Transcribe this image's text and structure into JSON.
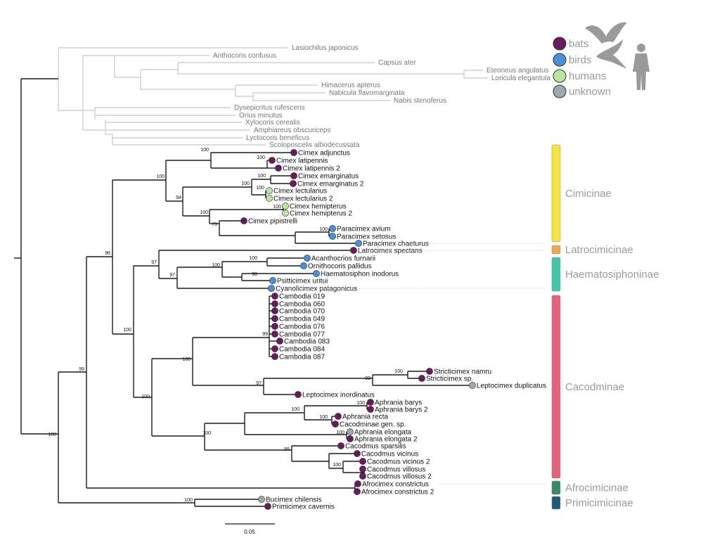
{
  "legend": {
    "colors": {
      "bats": "#6b1a5e",
      "birds": "#4a90d9",
      "humans": "#b8e6a0",
      "unknown": "#a0a8a8"
    },
    "items": [
      {
        "host": "bats",
        "label": "bats"
      },
      {
        "host": "birds",
        "label": "birds"
      },
      {
        "host": "humans",
        "label": "humans"
      },
      {
        "host": "unknown",
        "label": "unknown"
      }
    ],
    "icons": [
      "bat-silhouette-icon",
      "bird-silhouette-icon",
      "human-silhouette-icon"
    ]
  },
  "subfamilies": [
    {
      "label": "Cimicinae",
      "color": "#f5e53b"
    },
    {
      "label": "Latrocimicinae",
      "color": "#f0a850"
    },
    {
      "label": "Haematosiphoninae",
      "color": "#40c8a8"
    },
    {
      "label": "Cacodminae",
      "color": "#e8607a"
    },
    {
      "label": "Afrocimicinae",
      "color": "#3a8a6a"
    },
    {
      "label": "Primicimicinae",
      "color": "#1e5a7a"
    }
  ],
  "scale_bar": {
    "label": "0.05"
  },
  "outgroup": [
    {
      "name": "Lasiochilus japonicus"
    },
    {
      "name": "Anthocoris confusus"
    },
    {
      "name": "Capsus ater"
    },
    {
      "name": "Eteoneus angulatus"
    },
    {
      "name": "Loricula elegantula"
    },
    {
      "name": "Himacerus apterus"
    },
    {
      "name": "Nabicula flavomarginata"
    },
    {
      "name": "Nabis stenoferus"
    },
    {
      "name": "Dysepicritus rufescens"
    },
    {
      "name": "Orius minutus"
    },
    {
      "name": "Xylocoris cerealis"
    },
    {
      "name": "Amphiareus obscuriceps"
    },
    {
      "name": "Lyctocoris beneficus"
    },
    {
      "name": "Scoloposcelis albodecussata"
    }
  ],
  "taxa": [
    {
      "name": "Cimex adjunctus",
      "host": "bats"
    },
    {
      "name": "Cimex latipennis",
      "host": "bats"
    },
    {
      "name": "Cimex latipennis 2",
      "host": "bats"
    },
    {
      "name": "Cimex emarginatus",
      "host": "bats"
    },
    {
      "name": "Cimex emarginatus 2",
      "host": "bats"
    },
    {
      "name": "Cimex lectularius",
      "host": "humans"
    },
    {
      "name": "Cimex lectularius 2",
      "host": "humans"
    },
    {
      "name": "Cimex hemipterus",
      "host": "humans"
    },
    {
      "name": "Cimex hemipterus 2",
      "host": "humans"
    },
    {
      "name": "Cimex pipistrelli",
      "host": "bats"
    },
    {
      "name": "Paracimex avium",
      "host": "birds"
    },
    {
      "name": "Paracimex setosus",
      "host": "birds"
    },
    {
      "name": "Paracimex chaeturus",
      "host": "birds"
    },
    {
      "name": "Latrocimex spectans",
      "host": "bats"
    },
    {
      "name": "Acanthocrios furnarii",
      "host": "birds"
    },
    {
      "name": "Ornithocoris pallidus",
      "host": "birds"
    },
    {
      "name": "Haematosiphon inodorus",
      "host": "birds"
    },
    {
      "name": "Psitticimex uritui",
      "host": "birds"
    },
    {
      "name": "Cyanolicimex patagonicus",
      "host": "birds"
    },
    {
      "name": "Cambodia 019",
      "host": "bats"
    },
    {
      "name": "Cambodia 060",
      "host": "bats"
    },
    {
      "name": "Cambodia 070",
      "host": "bats"
    },
    {
      "name": "Cambodia 049",
      "host": "bats"
    },
    {
      "name": "Cambodia 076",
      "host": "bats"
    },
    {
      "name": "Cambodia 077",
      "host": "bats"
    },
    {
      "name": "Cambodia 083",
      "host": "bats"
    },
    {
      "name": "Cambodia 084",
      "host": "bats"
    },
    {
      "name": "Cambodia 087",
      "host": "bats"
    },
    {
      "name": "Stricticimex namru",
      "host": "bats"
    },
    {
      "name": "Stricticimex sp.",
      "host": "bats"
    },
    {
      "name": "Leptocimex duplicatus",
      "host": "unknown"
    },
    {
      "name": "Leptocimex inordinatus",
      "host": "bats"
    },
    {
      "name": "Aphrania barys",
      "host": "bats"
    },
    {
      "name": "Aphrania barys 2",
      "host": "bats"
    },
    {
      "name": "Aphrania recta",
      "host": "bats"
    },
    {
      "name": "Cacodminae gen. sp.",
      "host": "bats"
    },
    {
      "name": "Aphrania elongata",
      "host": "unknown"
    },
    {
      "name": "Aphrania elongata 2",
      "host": "bats"
    },
    {
      "name": "Cacodmus sparsilis",
      "host": "bats"
    },
    {
      "name": "Cacodmus vicinus",
      "host": "bats"
    },
    {
      "name": "Cacodmus vicinus 2",
      "host": "bats"
    },
    {
      "name": "Cacodmus villosus",
      "host": "bats"
    },
    {
      "name": "Cacodmus villosus 2",
      "host": "bats"
    },
    {
      "name": "Afrocimex constrictus",
      "host": "bats"
    },
    {
      "name": "Afrocimex constrictus 2",
      "host": "bats"
    },
    {
      "name": "Bucimex chilensis",
      "host": "unknown"
    },
    {
      "name": "Primicimex cavernis",
      "host": "bats"
    }
  ],
  "support": [
    "100",
    "100",
    "100",
    "94",
    "100",
    "100",
    "100",
    "100",
    "79",
    "100",
    "96",
    "100",
    "97",
    "100",
    "100",
    "98",
    "97",
    "100",
    "99",
    "100",
    "100",
    "99",
    "97",
    "100",
    "100",
    "100",
    "100",
    "100",
    "100",
    "95",
    "100",
    "99",
    "100",
    "100"
  ]
}
